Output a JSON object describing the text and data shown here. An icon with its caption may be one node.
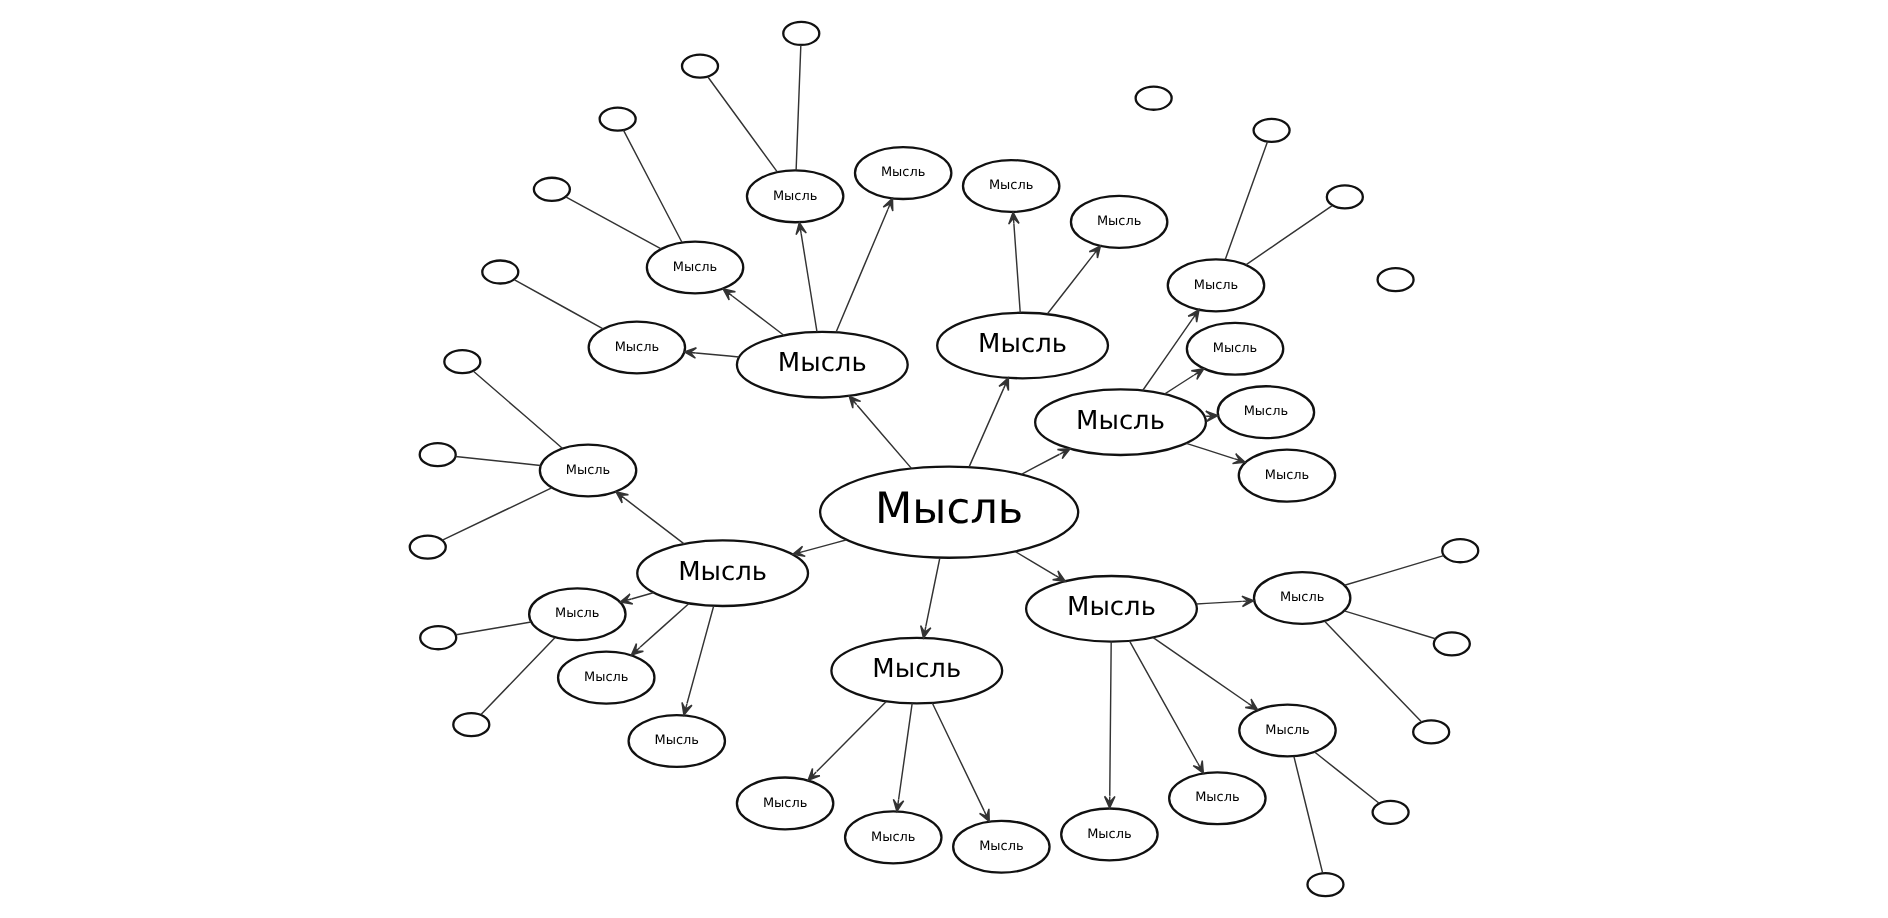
{
  "diagram": {
    "nodes": [
      {
        "text": [
          "Мысль"
        ]
      },
      {
        "text": [
          "Мысль"
        ]
      },
      {
        "text": [
          "Мысль"
        ]
      },
      {
        "text": [
          "Мысль"
        ]
      },
      {
        "text": [
          "Мысль"
        ]
      },
      {
        "text": [
          "Мысль"
        ]
      },
      {
        "text": [],
        "shape": "ellipse"
      },
      {
        "text": [],
        "shape": "ellipse"
      },
      {
        "text": [
          "Мысль"
        ]
      },
      {
        "text": [
          "Мысль"
        ]
      },
      {
        "text": [
          "Мысль"
        ]
      },
      {
        "text": [
          "Мысль"
        ]
      },
      {
        "text": [
          "Мысль"
        ]
      },
      {
        "text": [
          "Мысль"
        ]
      },
      {
        "text": [],
        "shape": "ellipse"
      },
      {
        "text": [],
        "shape": "ellipse"
      },
      {
        "text": [
          "Мысль"
        ]
      },
      {
        "text": [],
        "shape": "ellipse"
      },
      {
        "text": [],
        "shape": "ellipse"
      },
      {
        "text": [],
        "shape": "ellipse"
      },
      {
        "text": [
          "Мысль"
        ]
      },
      {
        "text": [],
        "shape": "ellipse"
      },
      {
        "text": [
          "Мысль"
        ]
      },
      {
        "text": [
          "Мысль"
        ]
      },
      {
        "text": [],
        "shape": "ellipse"
      },
      {
        "text": [],
        "shape": "ellipse"
      },
      {
        "text": [],
        "shape": "ellipse"
      },
      {
        "text": [
          "Мысль"
        ]
      },
      {
        "text": [],
        "shape": "ellipse"
      },
      {
        "text": [],
        "shape": "ellipse"
      },
      {
        "text": [],
        "shape": "ellipse"
      },
      {
        "text": [
          "Мысль"
        ]
      },
      {
        "text": [
          "Мысль"
        ]
      },
      {
        "text": [
          "Мысль"
        ]
      },
      {
        "text": [
          "Мысль"
        ]
      },
      {
        "text": [
          "Мысль"
        ]
      },
      {
        "text": [
          "Мысль"
        ]
      },
      {
        "text": [
          "Мысль"
        ]
      },
      {
        "text": [
          "Мысль"
        ]
      },
      {
        "text": [
          "Мысль"
        ]
      },
      {
        "text": [
          "Мысль"
        ]
      },
      {
        "text": [],
        "shape": "ellipse"
      },
      {
        "text": [],
        "shape": "ellipse"
      },
      {
        "text": [
          "Мысль"
        ]
      },
      {
        "text": [],
        "shape": "ellipse"
      },
      {
        "text": [],
        "shape": "ellipse"
      },
      {
        "text": [],
        "shape": "ellipse"
      }
    ],
    "edges": [
      {
        "from": 0,
        "to": 1,
        "arrow": "to"
      },
      {
        "from": 0,
        "to": 8,
        "arrow": "to"
      },
      {
        "from": 0,
        "to": 11,
        "arrow": "to"
      },
      {
        "from": 0,
        "to": 22,
        "arrow": "to"
      },
      {
        "from": 0,
        "to": 33,
        "arrow": "to"
      },
      {
        "from": 0,
        "to": 37,
        "arrow": "to"
      },
      {
        "from": 1,
        "to": 2,
        "arrow": "to"
      },
      {
        "from": 1,
        "to": 3,
        "arrow": "to"
      },
      {
        "from": 1,
        "to": 4,
        "arrow": "to"
      },
      {
        "from": 1,
        "to": 5,
        "arrow": "to"
      },
      {
        "from": 5,
        "to": 6,
        "arrow": "none"
      },
      {
        "from": 5,
        "to": 7,
        "arrow": "none"
      },
      {
        "from": 8,
        "to": 9,
        "arrow": "to"
      },
      {
        "from": 8,
        "to": 10,
        "arrow": "to"
      },
      {
        "from": 11,
        "to": 12,
        "arrow": "to"
      },
      {
        "from": 11,
        "to": 13,
        "arrow": "to"
      },
      {
        "from": 11,
        "to": 16,
        "arrow": "to"
      },
      {
        "from": 11,
        "to": 20,
        "arrow": "to"
      },
      {
        "from": 13,
        "to": 14,
        "arrow": "none"
      },
      {
        "from": 13,
        "to": 15,
        "arrow": "none"
      },
      {
        "from": 16,
        "to": 17,
        "arrow": "none"
      },
      {
        "from": 16,
        "to": 18,
        "arrow": "none"
      },
      {
        "from": 20,
        "to": 21,
        "arrow": "none"
      },
      {
        "from": 22,
        "to": 23,
        "arrow": "to"
      },
      {
        "from": 22,
        "to": 27,
        "arrow": "to"
      },
      {
        "from": 22,
        "to": 31,
        "arrow": "to"
      },
      {
        "from": 22,
        "to": 32,
        "arrow": "to"
      },
      {
        "from": 23,
        "to": 24,
        "arrow": "none"
      },
      {
        "from": 23,
        "to": 25,
        "arrow": "none"
      },
      {
        "from": 23,
        "to": 26,
        "arrow": "none"
      },
      {
        "from": 27,
        "to": 28,
        "arrow": "none"
      },
      {
        "from": 27,
        "to": 30,
        "arrow": "none"
      },
      {
        "from": 33,
        "to": 34,
        "arrow": "to"
      },
      {
        "from": 33,
        "to": 35,
        "arrow": "to"
      },
      {
        "from": 33,
        "to": 36,
        "arrow": "to"
      },
      {
        "from": 37,
        "to": 38,
        "arrow": "to"
      },
      {
        "from": 37,
        "to": 39,
        "arrow": "to"
      },
      {
        "from": 37,
        "to": 40,
        "arrow": "to"
      },
      {
        "from": 37,
        "to": 43,
        "arrow": "to"
      },
      {
        "from": 40,
        "to": 41,
        "arrow": "none"
      },
      {
        "from": 40,
        "to": 42,
        "arrow": "none"
      },
      {
        "from": 43,
        "to": 44,
        "arrow": "none"
      },
      {
        "from": 43,
        "to": 45,
        "arrow": "none"
      },
      {
        "from": 43,
        "to": 46,
        "arrow": "none"
      }
    ]
  }
}
